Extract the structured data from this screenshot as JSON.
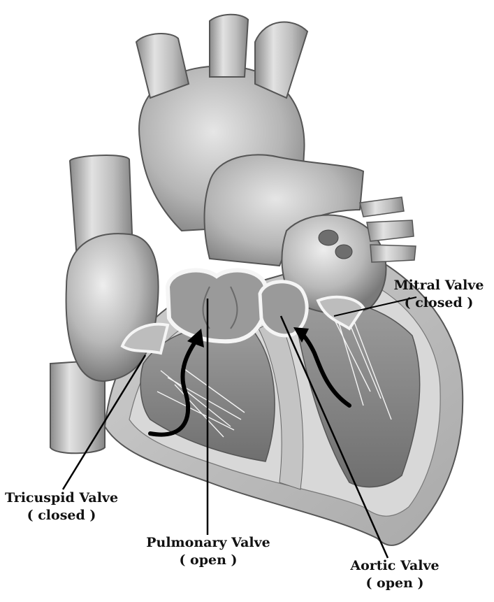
{
  "labels": {
    "mitral": {
      "name": "Mitral Valve",
      "state": "( closed )"
    },
    "tricuspid": {
      "name": "Tricuspid Valve",
      "state": "( closed )"
    },
    "pulmonary": {
      "name": "Pulmonary Valve",
      "state": "( open )"
    },
    "aortic": {
      "name": "Aortic Valve",
      "state": "( open )"
    }
  }
}
